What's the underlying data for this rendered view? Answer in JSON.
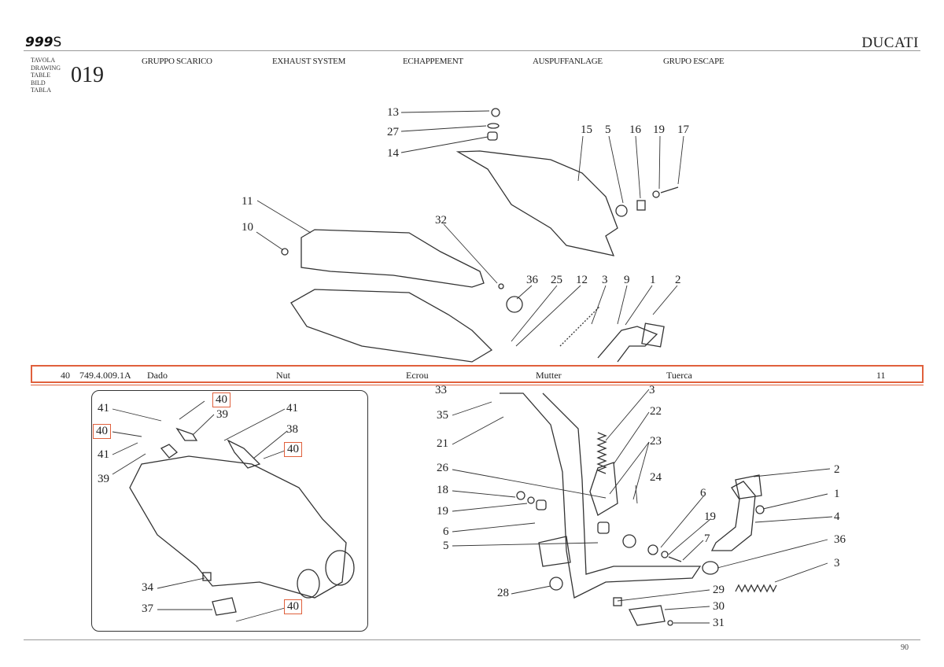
{
  "header": {
    "model_bold": "999",
    "model_suffix": "S",
    "brand": "DUCATI",
    "table_labels": [
      "TAVOLA",
      "DRAWING",
      "TABLE",
      "BILD",
      "TABLA"
    ],
    "table_number": "019",
    "group_titles": [
      "GRUPPO SCARICO",
      "EXHAUST SYSTEM",
      "ECHAPPEMENT",
      "AUSPUFFANLAGE",
      "GRUPO ESCAPE"
    ]
  },
  "highlighted_part": {
    "ref": "40",
    "code": "749.4.009.1A",
    "it": "Dado",
    "en": "Nut",
    "fr": "Ecrou",
    "de": "Mutter",
    "es": "Tuerca",
    "qty": "11"
  },
  "callouts_top": [
    "13",
    "27",
    "14",
    "15",
    "5",
    "16",
    "19",
    "17",
    "11",
    "10",
    "32",
    "36",
    "25",
    "12",
    "3",
    "9",
    "1",
    "2"
  ],
  "callouts_inset": [
    "41",
    "40",
    "39",
    "40",
    "41",
    "39",
    "41",
    "38",
    "40",
    "34",
    "37",
    "40"
  ],
  "callouts_bottom": [
    "33",
    "3",
    "35",
    "22",
    "21",
    "23",
    "26",
    "24",
    "18",
    "2",
    "6",
    "19",
    "1",
    "4",
    "6",
    "19",
    "7",
    "5",
    "36",
    "3",
    "28",
    "29",
    "30",
    "31"
  ],
  "highlight_color": "#e0603c",
  "footer": {
    "page_number": "90"
  }
}
